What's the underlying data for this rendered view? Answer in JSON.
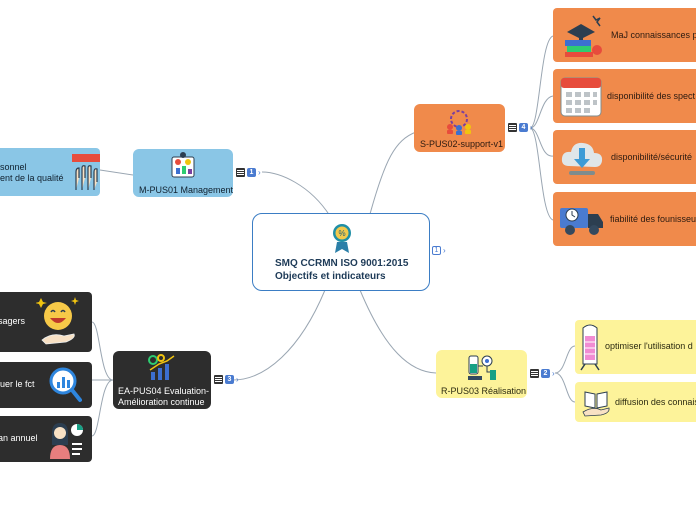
{
  "central": {
    "line1": "SMQ CCRMN ISO 9001:2015",
    "line2": "Objectifs et indicateurs",
    "icon": "award-badge-icon"
  },
  "branches": {
    "management": {
      "title": "M-PUS01 Management",
      "icon": "management-icon",
      "count": "1"
    },
    "support": {
      "title": "S-PUS02-support-v1",
      "icon": "team-icon",
      "count": "4"
    },
    "evaluation": {
      "line1": "EA-PUS04 Evaluation-",
      "line2": "Amélioration continue",
      "icon": "growth-chart-icon",
      "count": "3"
    },
    "realisation": {
      "title": "R-PUS03 Réalisation",
      "icon": "lab-equipment-icon",
      "count": "2"
    }
  },
  "central_tag": "1",
  "leaves": {
    "management": [
      {
        "line1": "sonnel",
        "line2": "ent de la qualité",
        "icon": "hands-up-icon"
      }
    ],
    "support": [
      {
        "label": "MaJ connaissances pe",
        "icon": "books-icon"
      },
      {
        "label": "disponibilité des spect",
        "icon": "calendar-icon"
      },
      {
        "label": "disponibilité/sécurité",
        "icon": "cloud-download-icon"
      },
      {
        "label": "fiabilité des founisseu",
        "icon": "delivery-truck-icon"
      }
    ],
    "evaluation": [
      {
        "label": "sagers",
        "icon": "smiley-icon"
      },
      {
        "label": "luer le fct",
        "icon": "analytics-magnifier-icon"
      },
      {
        "label": "an annuel",
        "icon": "presenter-icon"
      }
    ],
    "realisation": [
      {
        "label": "optimiser l'utilisation d",
        "icon": "reactor-icon"
      },
      {
        "label": "diffusion des connais",
        "icon": "book-hand-icon"
      }
    ]
  }
}
